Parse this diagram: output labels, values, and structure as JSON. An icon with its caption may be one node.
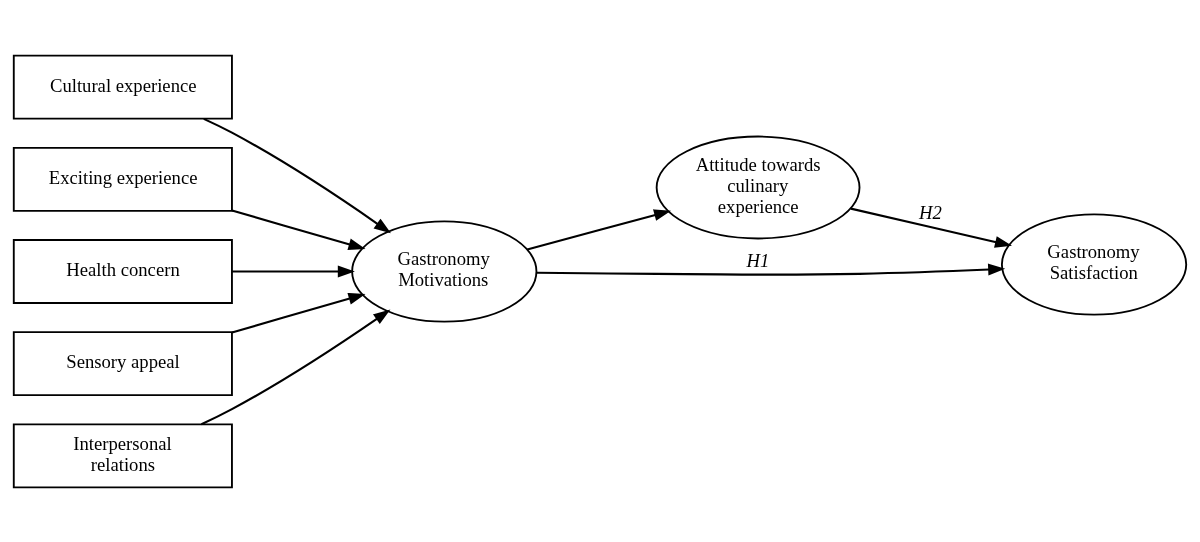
{
  "diagram": {
    "nodes": [
      {
        "text": [
          "Cultural experience"
        ]
      },
      {
        "text": [
          "Exciting experience"
        ]
      },
      {
        "text": [
          "Health concern"
        ]
      },
      {
        "text": [
          "Sensory appeal"
        ]
      },
      {
        "text": [
          "Interpersonal relations"
        ]
      },
      {
        "text": [
          "Attitude towards culinary experience"
        ]
      },
      {
        "text": [
          "Gastronomy Motivations"
        ]
      },
      {
        "text": [
          "Gastronomy Satisfaction"
        ]
      }
    ],
    "edges": [
      {
        "from": 0,
        "to": 6,
        "arrow": "to"
      },
      {
        "from": 1,
        "to": 6,
        "arrow": "to"
      },
      {
        "from": 2,
        "to": 6,
        "arrow": "to"
      },
      {
        "from": 3,
        "to": 6,
        "arrow": "to"
      },
      {
        "from": 4,
        "to": 6,
        "arrow": "to"
      },
      {
        "from": 6,
        "to": 5,
        "arrow": "to"
      },
      {
        "from": 5,
        "to": 7,
        "arrow": "to",
        "label": "H2"
      },
      {
        "from": 6,
        "to": 7,
        "arrow": "to",
        "label": "H1"
      }
    ]
  }
}
